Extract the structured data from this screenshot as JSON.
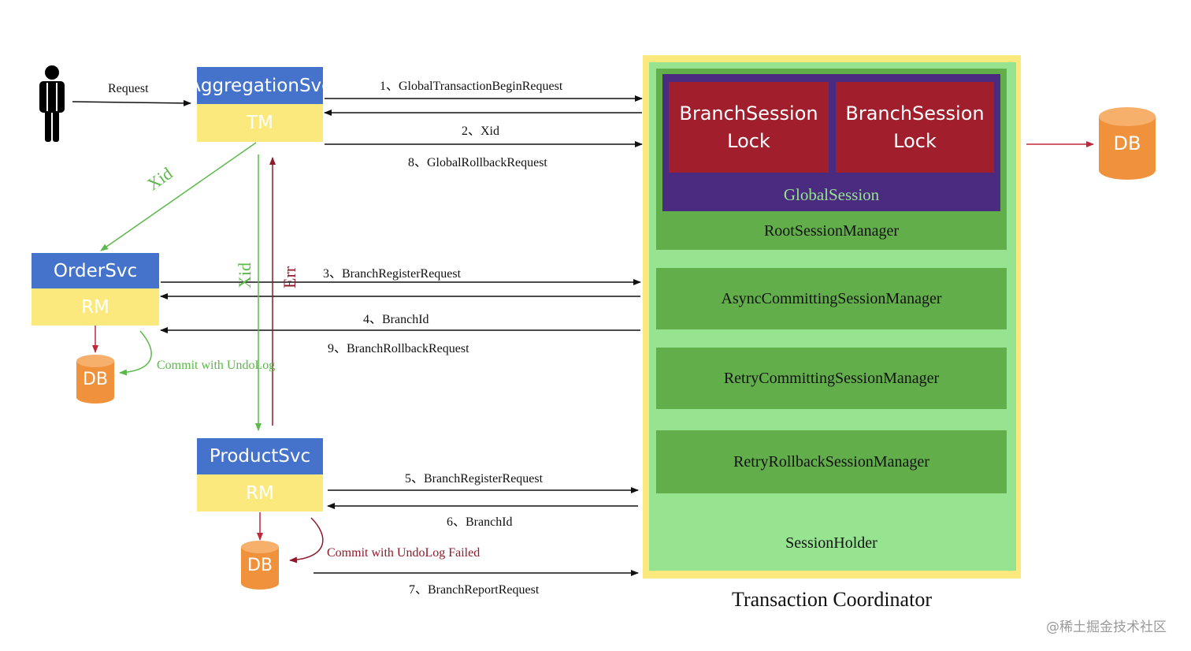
{
  "actor": {
    "request_label": "Request"
  },
  "aggregation_svc": {
    "name": "AggregationSvc",
    "role": "TM"
  },
  "order_svc": {
    "name": "OrderSvc",
    "role": "RM",
    "db_label": "DB",
    "commit_note": "Commit with UndoLog"
  },
  "product_svc": {
    "name": "ProductSvc",
    "role": "RM",
    "db_label": "DB",
    "commit_note": "Commit with UndoLog Failed"
  },
  "vertical_labels": {
    "xid_left": "Xid",
    "xid_vertical": "Xid",
    "err": "Err"
  },
  "messages": {
    "m1": "1、GlobalTransactionBeginRequest",
    "m2": "2、Xid",
    "m8": "8、GlobalRollbackRequest",
    "m3": "3、BranchRegisterRequest",
    "m4": "4、BranchId",
    "m9": "9、BranchRollbackRequest",
    "m5": "5、BranchRegisterRequest",
    "m6": "6、BranchId",
    "m7": "7、BranchReportRequest"
  },
  "coordinator": {
    "title": "Transaction Coordinator",
    "locks": [
      {
        "line1": "BranchSession",
        "line2": "Lock"
      },
      {
        "line1": "BranchSession",
        "line2": "Lock"
      }
    ],
    "global_session": "GlobalSession",
    "root_session_manager": "RootSessionManager",
    "async_committing": "AsyncCommittingSessionManager",
    "retry_committing": "RetryCommittingSessionManager",
    "retry_rollback": "RetryRollbackSessionManager",
    "session_holder": "SessionHolder",
    "db_label": "DB"
  },
  "watermark": "@稀土掘金技术社区",
  "colors": {
    "svc_blue": "#4573cb",
    "svc_yellow": "#fce97e",
    "db_orange": "#f0913b",
    "green_arrow": "#5cb84a",
    "err_arrow": "#8e1a2a",
    "lock_red": "#a11f2c",
    "global_session_purple": "#4b2b80",
    "manager_green": "#62ae4b",
    "coordinator_light_green": "#96e390"
  }
}
